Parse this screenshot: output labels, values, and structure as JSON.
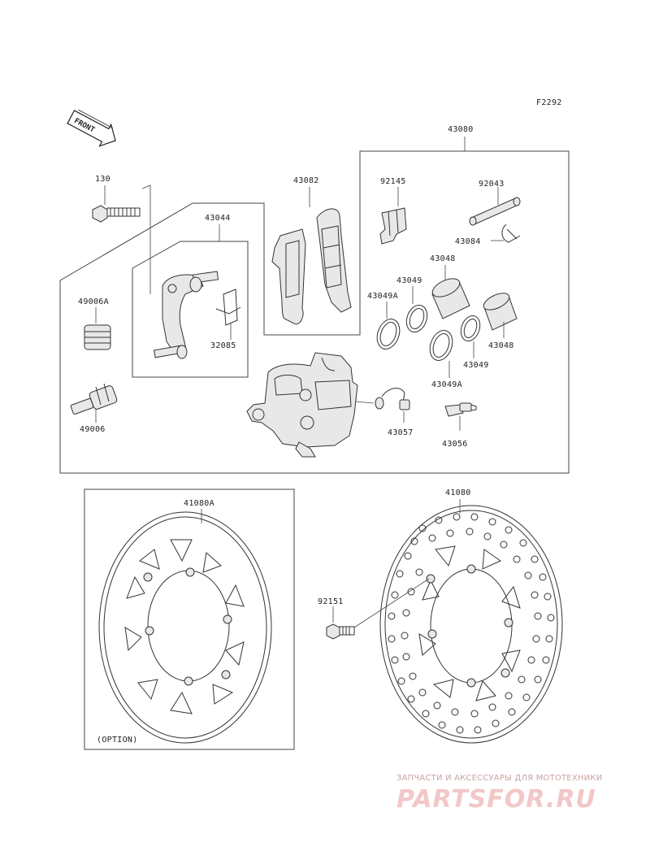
{
  "figure_code": "F2292",
  "front_arrow_label": "FRONT",
  "option_label": "(OPTION)",
  "parts": {
    "p130": "130",
    "p43044": "43044",
    "p43082": "43082",
    "p43080": "43080",
    "p92145": "92145",
    "p92043": "92043",
    "p43084": "43084",
    "p43048_top": "43048",
    "p43049_top": "43049",
    "p43049A_top": "43049A",
    "p43048_right": "43048",
    "p43049_right": "43049",
    "p43049A_bottom": "43049A",
    "p49006A": "49006A",
    "p49006": "49006",
    "p32085": "32085",
    "p43057": "43057",
    "p43056": "43056",
    "p41080A": "41080A",
    "p41080": "41080",
    "p92151": "92151"
  },
  "watermark": {
    "tagline": "ЗАПЧАСТИ И АКСЕССУАРЫ ДЛЯ МОТОТЕХНИКИ",
    "logo": "PARTSFOR.RU"
  },
  "colors": {
    "line": "#333333",
    "watermark": "#f3c7c7"
  }
}
